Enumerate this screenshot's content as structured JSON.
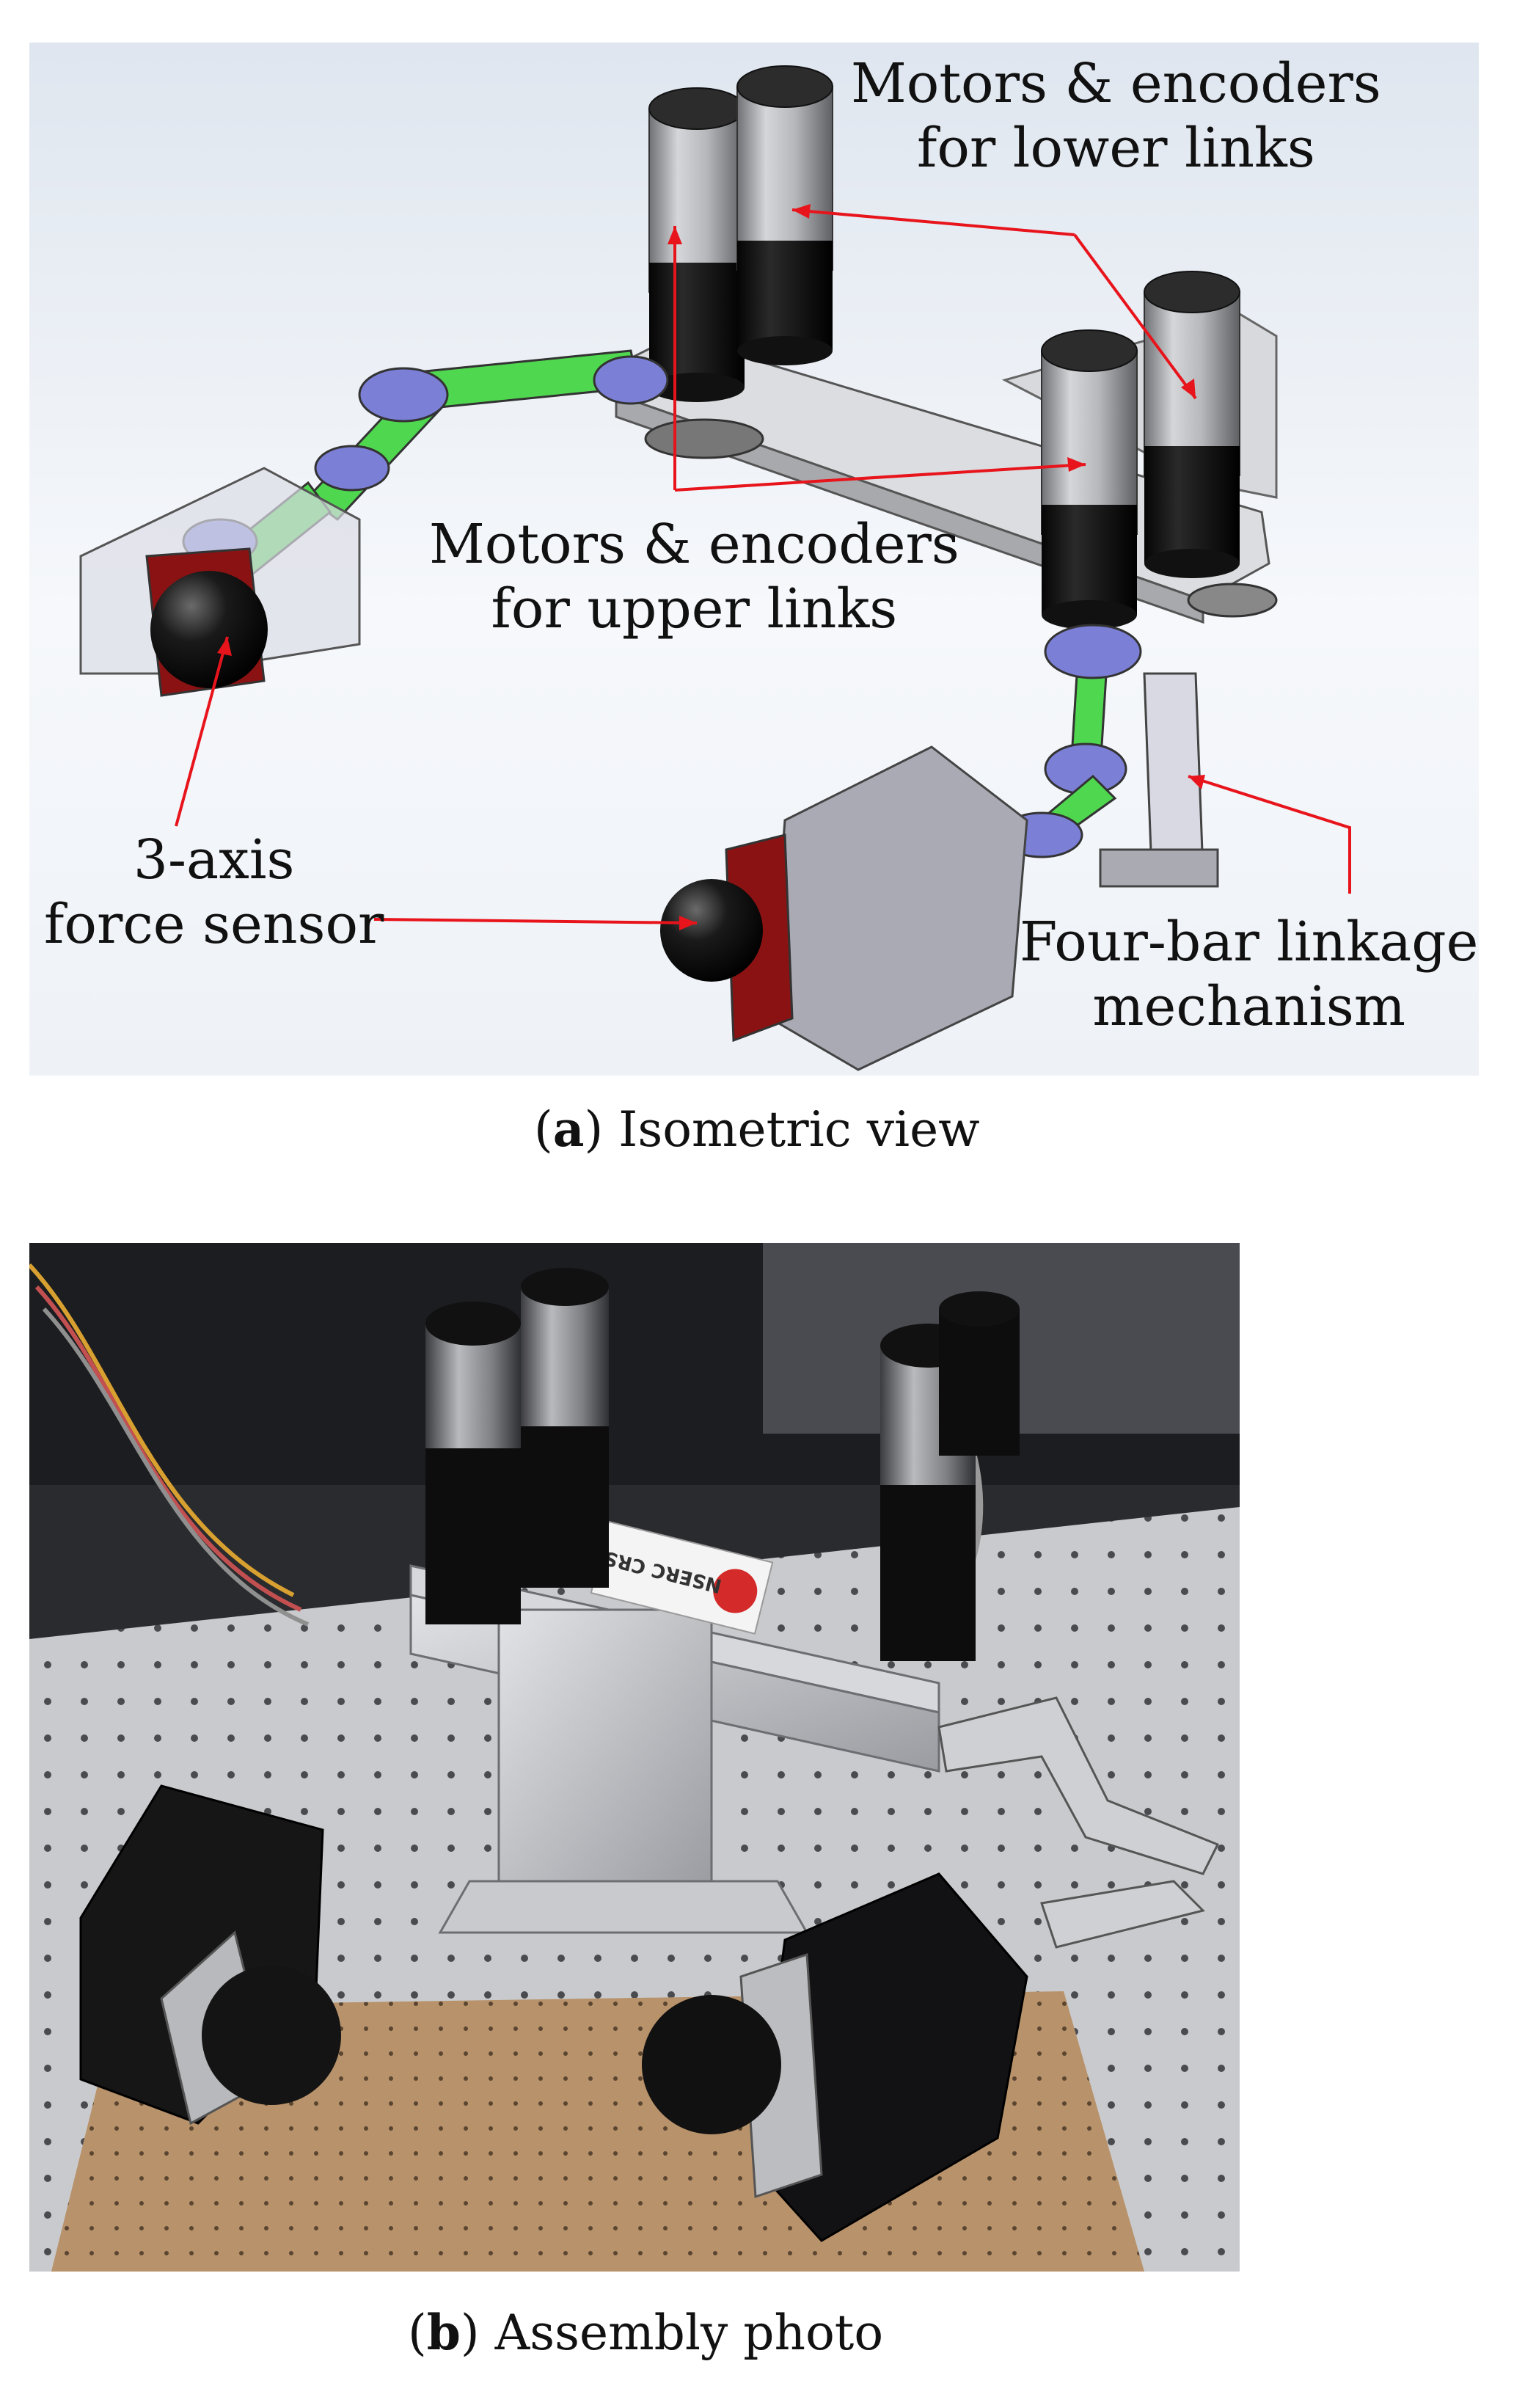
{
  "figure_a": {
    "labels": {
      "motors_lower": [
        "Motors & encoders",
        "for lower links"
      ],
      "motors_upper": [
        "Motors & encoders",
        "for upper links"
      ],
      "force_sensor": [
        "3-axis",
        "force sensor"
      ],
      "four_bar": [
        "Four-bar linkage",
        "mechanism"
      ]
    },
    "caption": {
      "letter": "a",
      "text": "Isometric view"
    }
  },
  "figure_b": {
    "logo_text": "NSERC CRSNG",
    "caption": {
      "letter": "b",
      "text": "Assembly photo"
    }
  },
  "colors": {
    "arrow": "#e8141c",
    "link_green": "#3fd33f",
    "joint_purple": "#7b7fd6",
    "sensor_red": "#8b1212",
    "plate": "#eceef2"
  }
}
